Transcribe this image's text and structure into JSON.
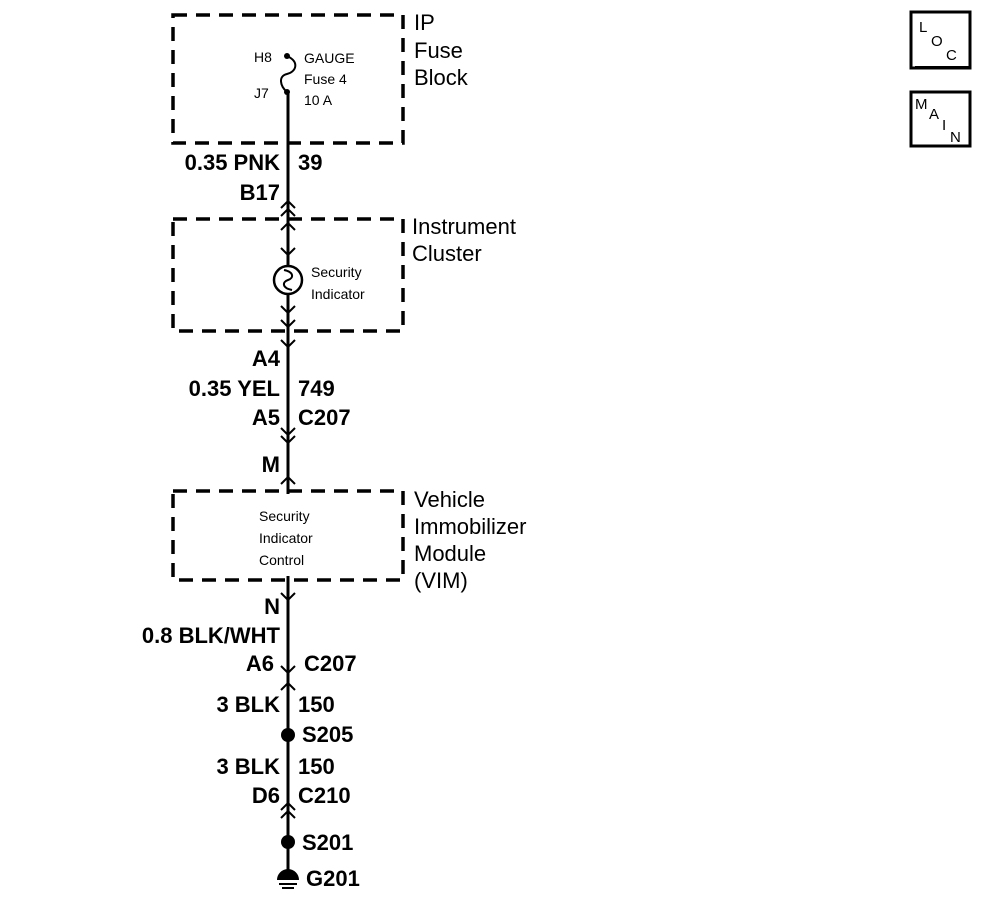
{
  "components": {
    "ip_fuse_block": {
      "name_lines": [
        "IP",
        "Fuse",
        "Block"
      ]
    },
    "fuse": {
      "pin_top": "H8",
      "pin_bottom": "J7",
      "lines": [
        "GAUGE",
        "Fuse 4",
        "10 A"
      ]
    },
    "instrument_cluster": {
      "name_lines": [
        "Instrument",
        "Cluster"
      ],
      "indicator_lines": [
        "Security",
        "Indicator"
      ]
    },
    "vim": {
      "name_lines": [
        "Vehicle",
        "Immobilizer",
        "Module",
        "(VIM)"
      ],
      "inner_lines": [
        "Security",
        "Indicator",
        "Control"
      ]
    }
  },
  "circuit": {
    "seg1": {
      "wire": "0.35 PNK",
      "circuit": "39",
      "terminal": "B17"
    },
    "seg2": {
      "terminal_top": "A4",
      "wire": "0.35 YEL",
      "circuit": "749",
      "terminal_conn": "A5",
      "connector": "C207",
      "terminal_bottom": "M"
    },
    "seg3": {
      "terminal_top": "N",
      "wire": "0.8 BLK/WHT",
      "terminal_conn": "A6",
      "connector": "C207"
    },
    "seg4": {
      "wire": "3 BLK",
      "circuit": "150",
      "splice": "S205"
    },
    "seg5": {
      "wire": "3 BLK",
      "circuit": "150",
      "terminal_conn": "D6",
      "connector": "C210"
    },
    "seg6": {
      "splice": "S201",
      "ground": "G201"
    }
  },
  "nav": {
    "loc": [
      "L",
      "O",
      "C"
    ],
    "main": [
      "M",
      "A",
      "I",
      "N"
    ]
  }
}
